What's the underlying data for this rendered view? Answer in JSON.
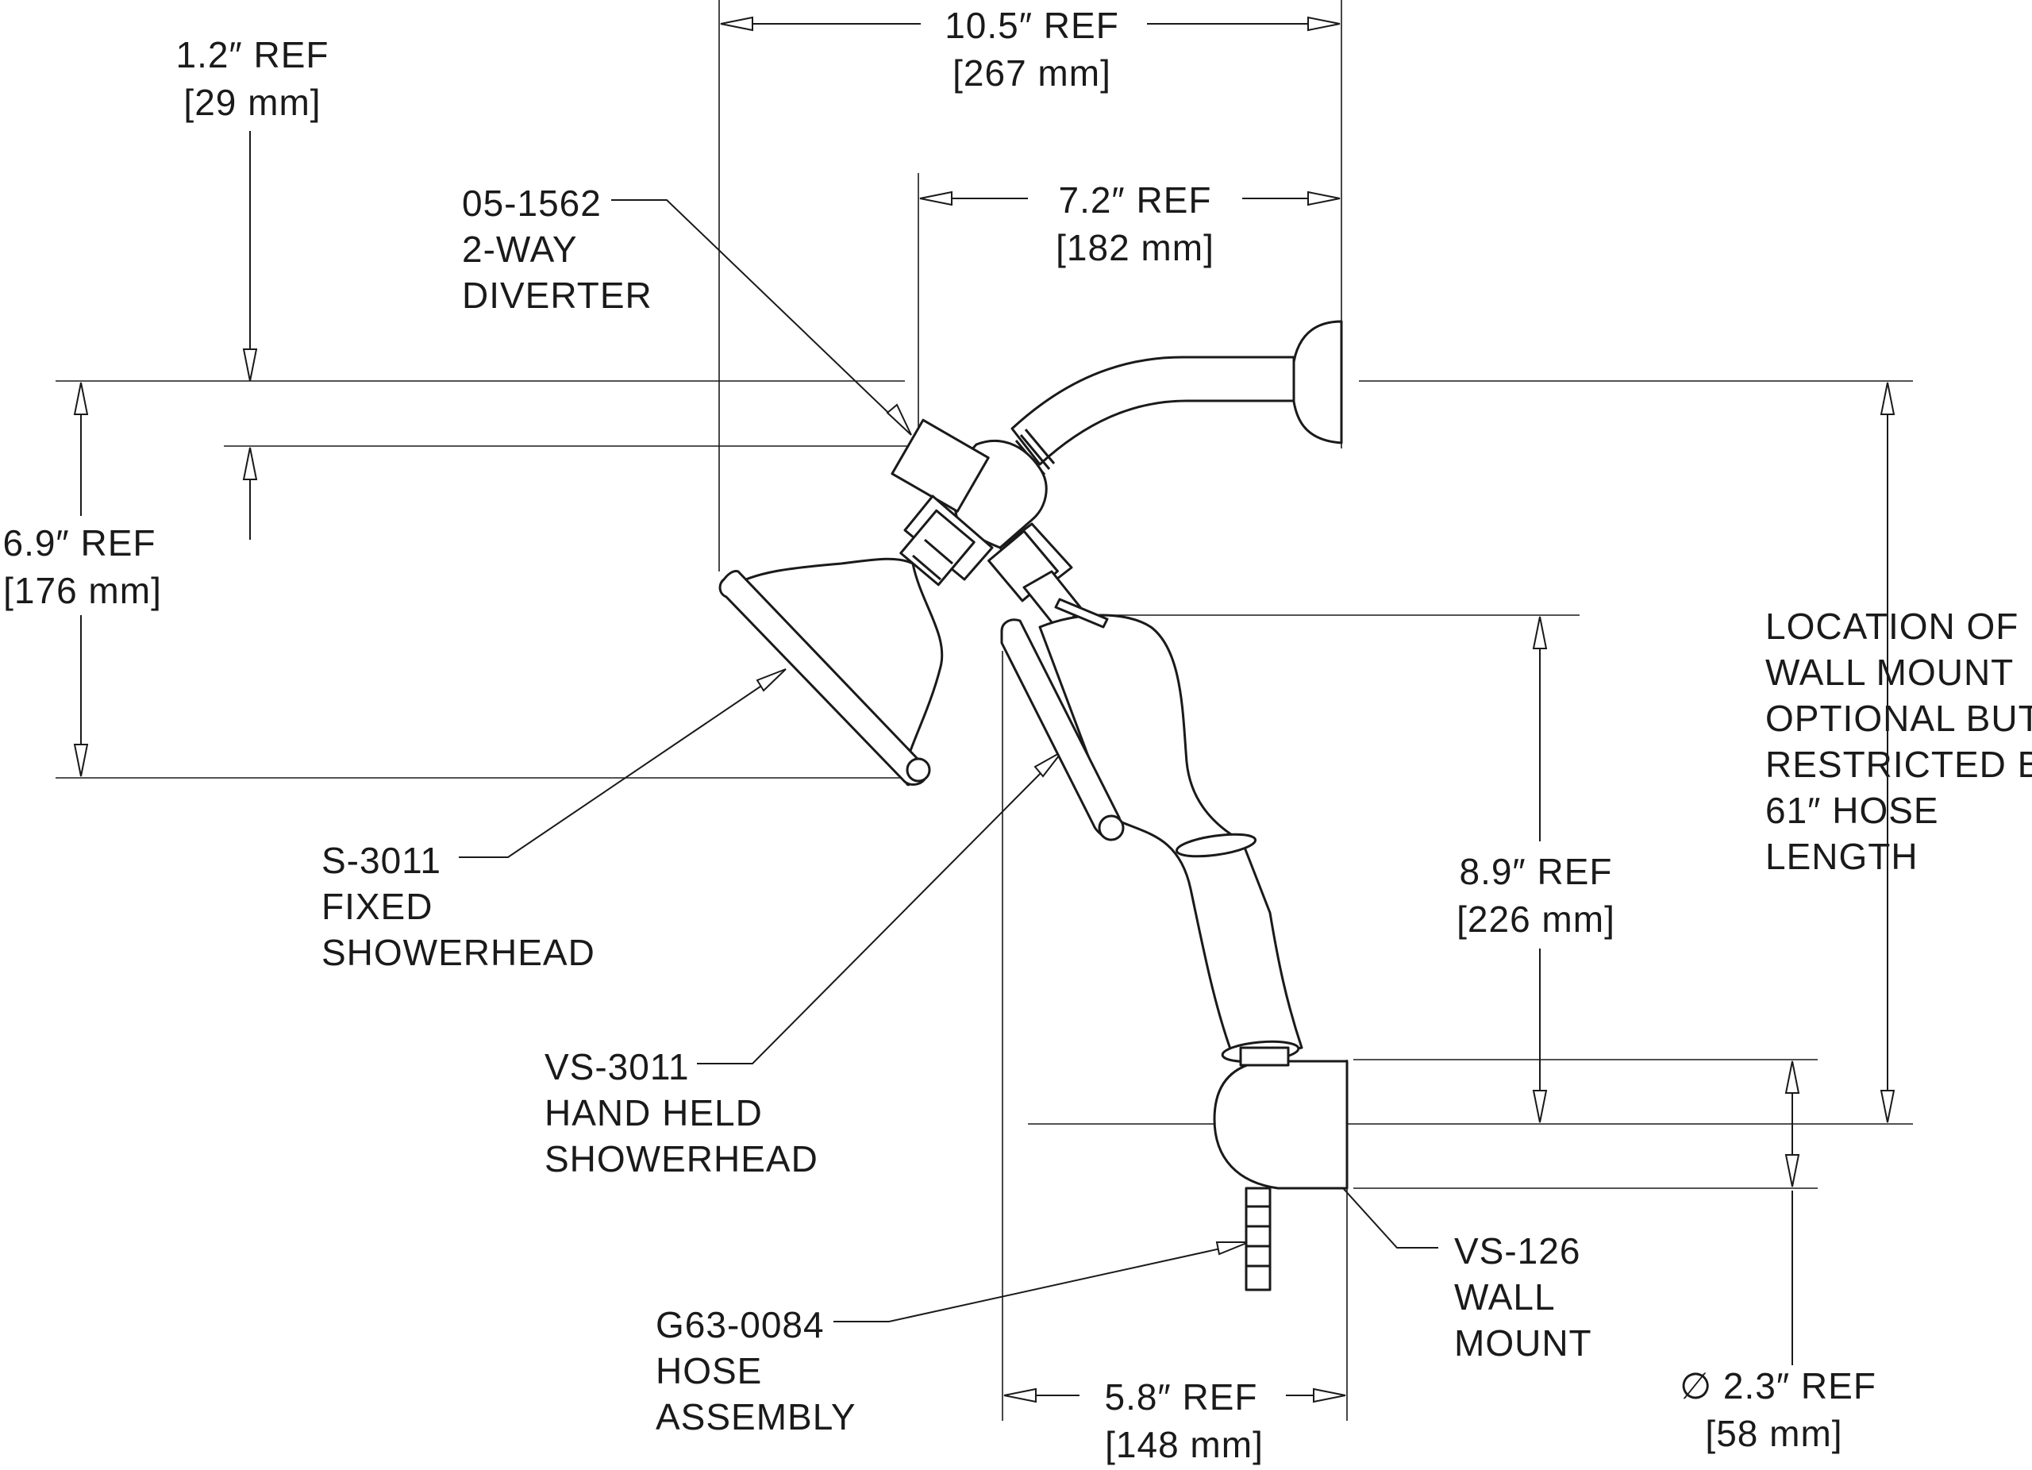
{
  "dimensions": {
    "overall_width": {
      "ref": "10.5″ REF",
      "metric": "[267 mm]"
    },
    "diverter_width": {
      "ref": "7.2″ REF",
      "metric": "[182 mm]"
    },
    "top_offset": {
      "ref": "1.2″ REF",
      "metric": "[29 mm]"
    },
    "fixed_head_height": {
      "ref": "6.9″ REF",
      "metric": "[176 mm]"
    },
    "handheld_height": {
      "ref": "8.9″ REF",
      "metric": "[226 mm]"
    },
    "mount_width": {
      "ref": "5.8″ REF",
      "metric": "[148 mm]"
    },
    "mount_diameter": {
      "ref": "∅ 2.3″ REF",
      "metric": "[58 mm]"
    }
  },
  "parts": {
    "diverter": {
      "number": "05-1562",
      "line1": "2-WAY",
      "line2": "DIVERTER"
    },
    "fixed_head": {
      "number": "S-3011",
      "line1": "FIXED",
      "line2": "SHOWERHEAD"
    },
    "handheld": {
      "number": "VS-3011",
      "line1": "HAND HELD",
      "line2": "SHOWERHEAD"
    },
    "wall_mount": {
      "number": "VS-126",
      "line1": "WALL",
      "line2": "MOUNT"
    },
    "hose": {
      "number": "G63-0084",
      "line1": "HOSE",
      "line2": "ASSEMBLY"
    }
  },
  "note": {
    "lines": [
      "LOCATION OF",
      "WALL MOUNT",
      "OPTIONAL BUT",
      "RESTRICTED BY",
      "61″ HOSE",
      "LENGTH"
    ]
  }
}
